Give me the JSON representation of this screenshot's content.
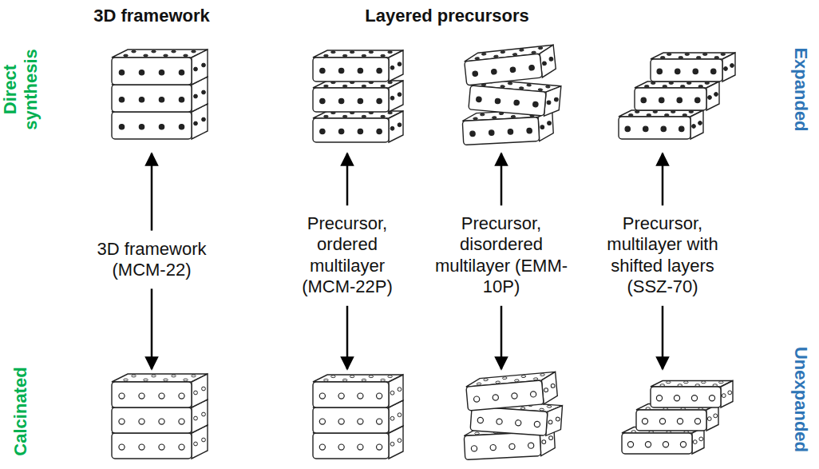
{
  "diagram": {
    "labels": [
      "3D framework",
      "Layered precursors",
      "Direct synthesis",
      "Expanded",
      "3D framework (MCM-22)",
      "Precursor, ordered multilayer (MCM-22P)",
      "Precursor, disordered multilayer (EMM-10P)",
      "Precursor, multilayer with shifted layers (SSZ-70)",
      "Calcinated",
      "Unexpanded"
    ]
  }
}
